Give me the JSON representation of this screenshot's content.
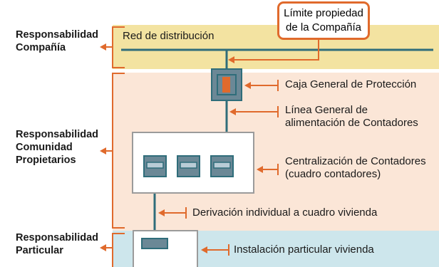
{
  "zones": {
    "company": {
      "label_line1": "Responsabilidad",
      "label_line2": "Compañía"
    },
    "community": {
      "label_line1": "Responsabilidad",
      "label_line2": "Comunidad",
      "label_line3": "Propietarios"
    },
    "particular": {
      "label_line1": "Responsabilidad",
      "label_line2": "Particular"
    }
  },
  "network": {
    "label": "Red de distribución"
  },
  "callout": {
    "line1": "Límite propiedad",
    "line2": "de la Compañía"
  },
  "annotations": {
    "cgp": "Caja General de Protección",
    "lga_line1": "Línea General de",
    "lga_line2": "alimentación de Contadores",
    "meters_line1": "Centralización de Contadores",
    "meters_line2": "(cuadro contadores)",
    "derivation": "Derivación individual a cuadro vivienda",
    "installation": "Instalación particular vivienda"
  },
  "colors": {
    "company_band": "#f3e3a1",
    "community_band": "#fbe6d7",
    "particular_band": "#cde6ec",
    "line": "#2f6d7a",
    "accent": "#e06a2c",
    "box_gray": "#6b8896"
  }
}
